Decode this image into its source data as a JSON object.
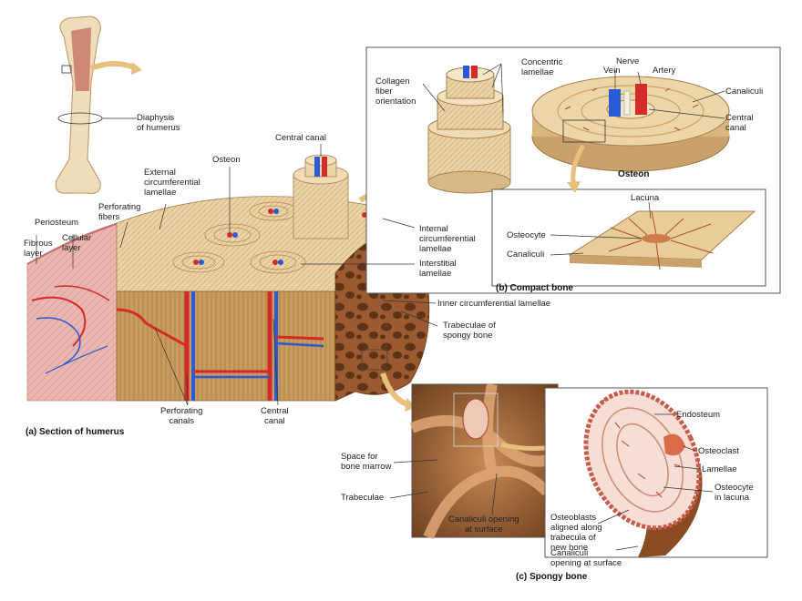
{
  "labels": {
    "diaphysis": "Diaphysis\nof humerus",
    "central_canal_top": "Central canal",
    "osteon_top": "Osteon",
    "external_lamellae": "External\ncircumferential\nlamellae",
    "perforating_fibers": "Perforating\nfibers",
    "periosteum": "Periosteum",
    "fibrous_layer": "Fibrous\nlayer",
    "cellular_layer": "Cellular\nlayer",
    "internal_lamellae": "Internal\ncircumferential\nlamellae",
    "interstitial_lamellae": "Interstitial\nlamellae",
    "inner_lamellae": "Inner circumferential lamellae",
    "trabeculae_spongy": "Trabeculae of\nspongy bone",
    "perforating_canals": "Perforating\ncanals",
    "central_canal_bottom": "Central\ncanal",
    "collagen": "Collagen\nfiber\norientation",
    "concentric": "Concentric\nlamellae",
    "nerve": "Nerve",
    "vein": "Vein",
    "artery": "Artery",
    "canaliculi_b": "Canaliculi",
    "central_canal_b": "Central\ncanal",
    "osteon_b": "Osteon",
    "lacuna": "Lacuna",
    "osteocyte_b": "Osteocyte",
    "canaliculi_b2": "Canaliculi",
    "space_marrow": "Space for\nbone marrow",
    "trabeculae_c": "Trabeculae",
    "canaliculi_opening_c1": "Canaliculi opening\nat surface",
    "endosteum": "Endosteum",
    "osteoclast": "Osteoclast",
    "lamellae": "Lamellae",
    "osteocyte_lacuna": "Osteocyte\nin lacuna",
    "osteoblasts": "Osteoblasts\naligned along\ntrabecula of\nnew bone",
    "canaliculi_opening_c2": "Canaliculi\nopening at surface"
  },
  "captions": {
    "a": "(a) Section of humerus",
    "b": "(b) Compact bone",
    "c": "(c) Spongy bone"
  },
  "colors": {
    "bone": "#e8cfa0",
    "bone_dark": "#c49a5e",
    "artery": "#d42a2a",
    "vein": "#2a5bd4",
    "periosteum": "#e6b0b0",
    "spongy": "#a8643a",
    "marrow": "#8a5a32"
  }
}
